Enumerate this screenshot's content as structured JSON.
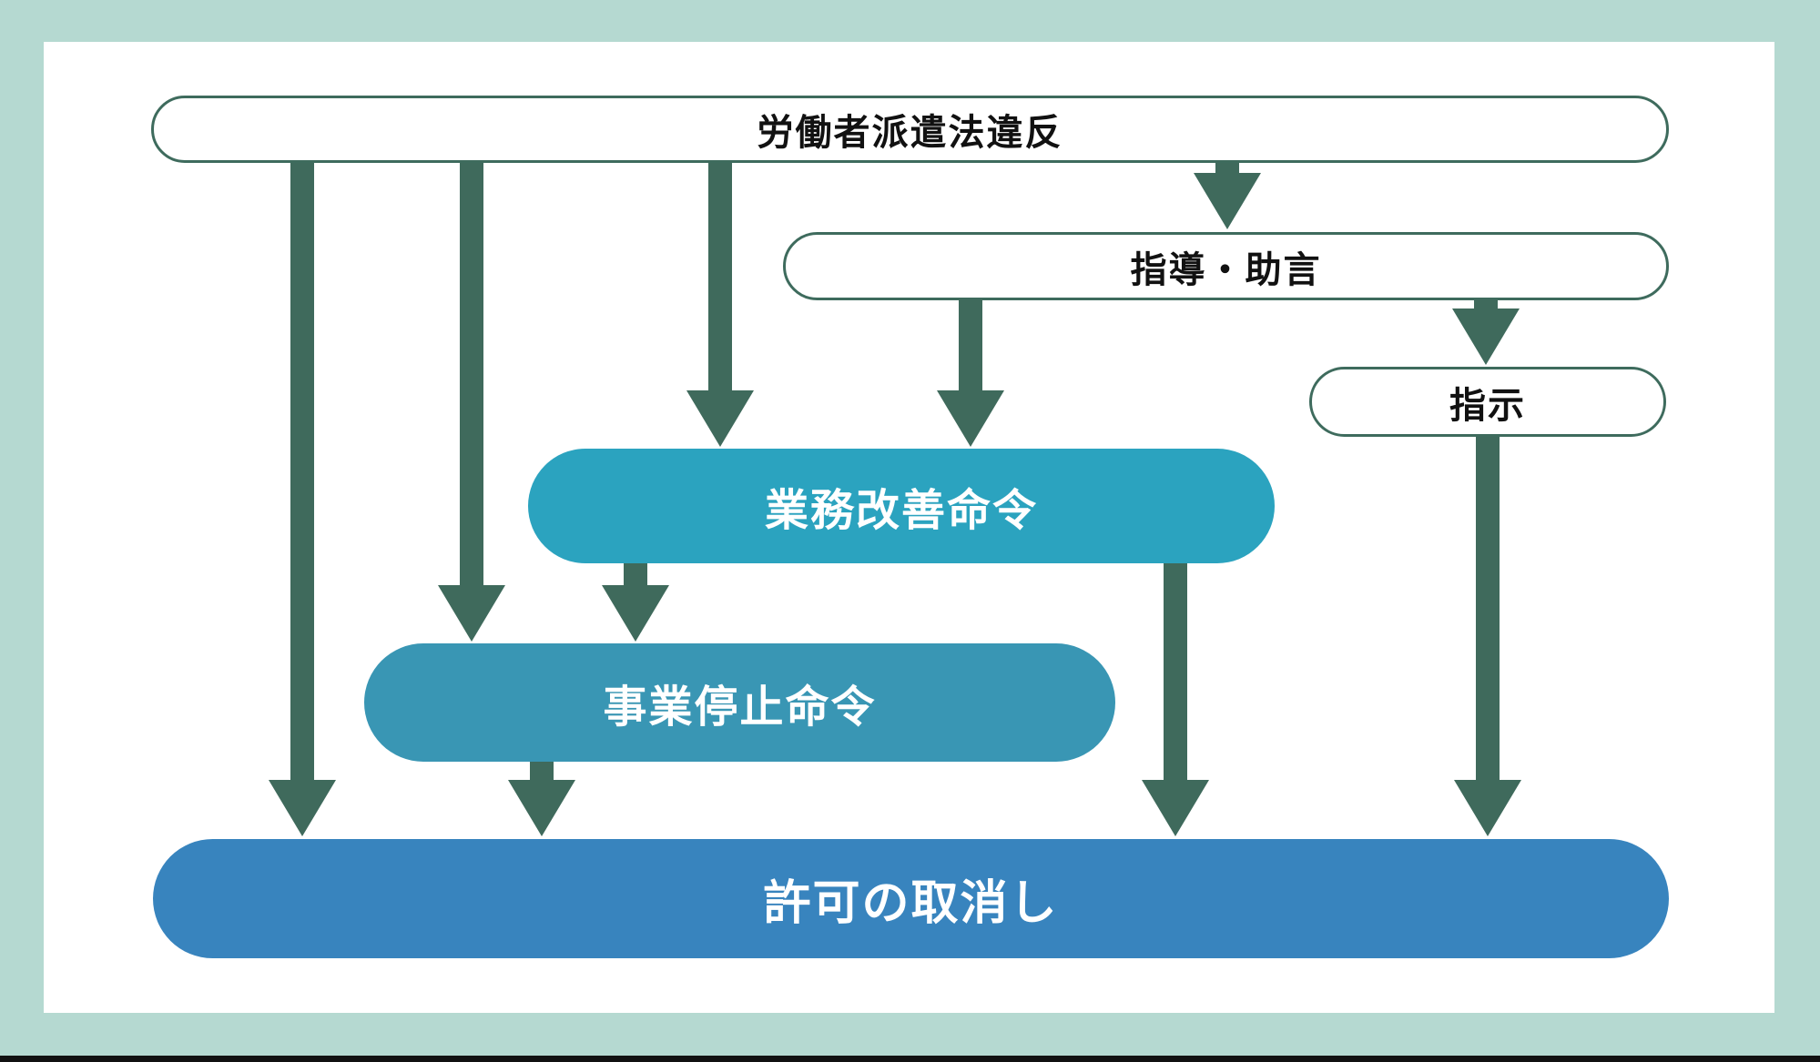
{
  "diagram": {
    "title_hint": "労働者派遣法違反",
    "colors": {
      "background_border": "#b5d9d1",
      "panel": "#ffffff",
      "outline_green": "#3e6b5d",
      "arrow_green": "#3f6a5c",
      "improvement_teal": "#2ba3bf",
      "suspension_teal": "#3996b4",
      "revocation_blue": "#3884be",
      "text_dark": "#111111",
      "text_light": "#ffffff"
    },
    "nodes": {
      "violation": {
        "label": "労働者派遣法違反",
        "style": "outline"
      },
      "guidance": {
        "label": "指導・助言",
        "style": "outline"
      },
      "instruction": {
        "label": "指示",
        "style": "outline"
      },
      "improvement": {
        "label": "業務改善命令",
        "style": "filled-teal"
      },
      "suspension": {
        "label": "事業停止命令",
        "style": "filled-teal-dark"
      },
      "revocation": {
        "label": "許可の取消し",
        "style": "filled-blue"
      }
    },
    "edges": [
      {
        "from": "violation",
        "to": "revocation"
      },
      {
        "from": "violation",
        "to": "suspension"
      },
      {
        "from": "violation",
        "to": "improvement"
      },
      {
        "from": "violation",
        "to": "guidance"
      },
      {
        "from": "guidance",
        "to": "improvement"
      },
      {
        "from": "guidance",
        "to": "instruction"
      },
      {
        "from": "improvement",
        "to": "suspension"
      },
      {
        "from": "improvement",
        "to": "revocation"
      },
      {
        "from": "suspension",
        "to": "revocation"
      },
      {
        "from": "instruction",
        "to": "revocation"
      }
    ]
  }
}
